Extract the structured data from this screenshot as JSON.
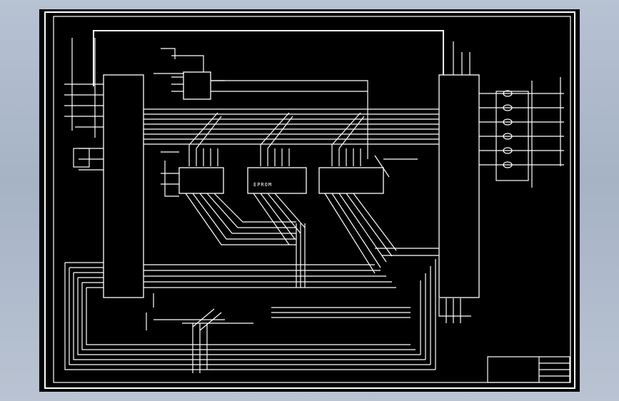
{
  "viewer": {
    "background": "#a9b6c9",
    "canvas_color": "#000000",
    "line_color": "#ffffff"
  },
  "schematic": {
    "chips": [
      {
        "id": "U1",
        "label": ""
      },
      {
        "id": "U2",
        "label": ""
      },
      {
        "id": "U3",
        "label": "EPROM"
      },
      {
        "id": "U4",
        "label": ""
      },
      {
        "id": "U5",
        "label": ""
      }
    ],
    "title_block": {
      "label": "",
      "rows": 4
    }
  }
}
